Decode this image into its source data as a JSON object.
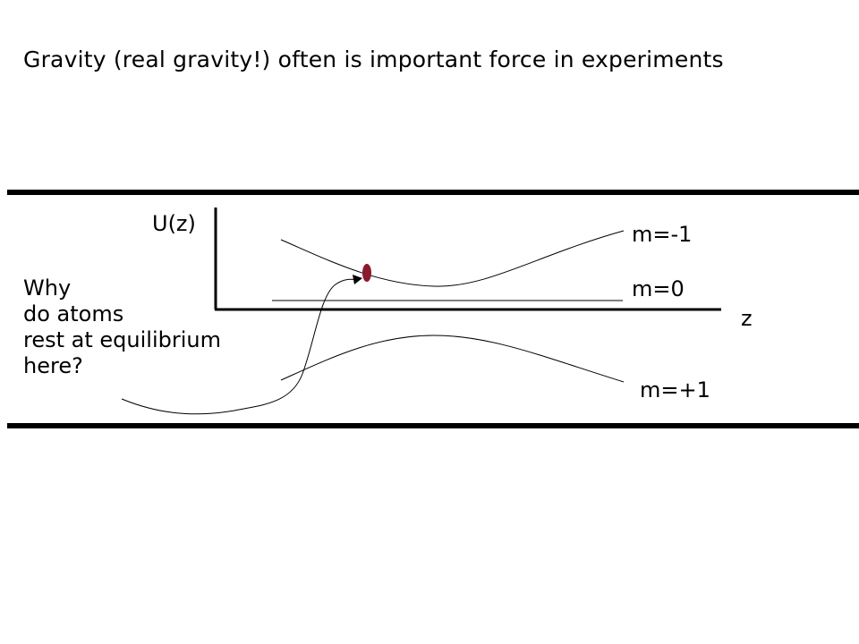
{
  "slide": {
    "title": "Gravity (real gravity!) often is important force in experiments"
  },
  "diagram": {
    "y_axis_label": "U(z)",
    "x_axis_label": "z",
    "curves": [
      {
        "label": "m=-1"
      },
      {
        "label": "m=0"
      },
      {
        "label": "m=+1"
      }
    ],
    "question_lines": [
      "Why",
      "do atoms",
      "rest at equilibrium",
      "here?"
    ],
    "colors": {
      "atom": "#8b1a2e",
      "ink": "#000000"
    }
  }
}
